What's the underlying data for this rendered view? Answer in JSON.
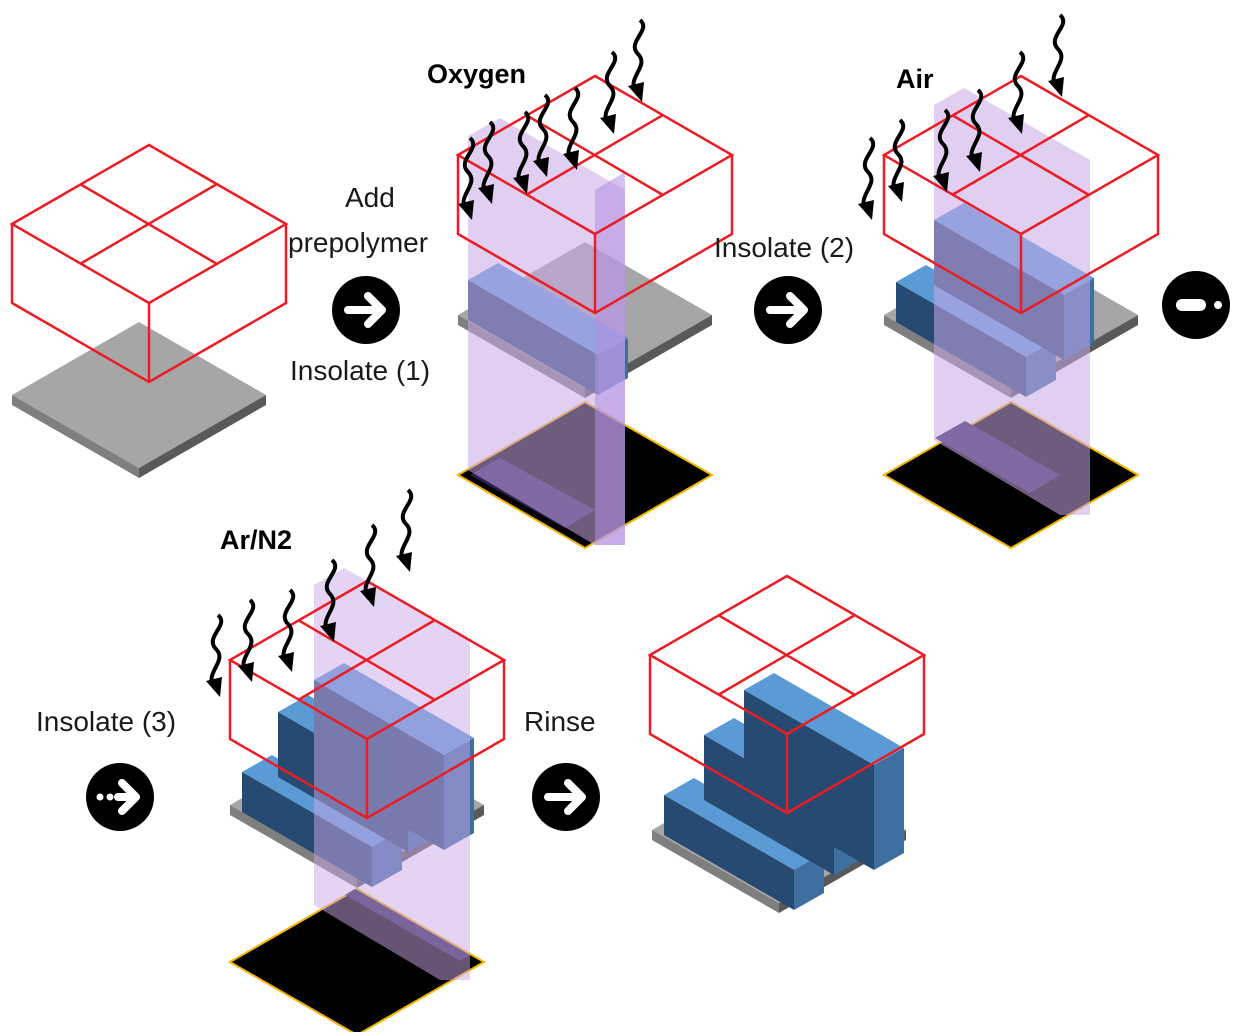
{
  "steps": {
    "add_prepolymer_line1": "Add",
    "add_prepolymer_line2": "prepolymer",
    "insolate_1": "Insolate (1)",
    "insolate_2": "Insolate (2)",
    "insolate_3": "Insolate (3)",
    "rinse": "Rinse"
  },
  "gases": {
    "oxygen": "Oxygen",
    "air": "Air",
    "argon_nitrogen": "Ar/N2"
  },
  "colors": {
    "mold_outline": "#ec1c24",
    "substrate_top": "#a6a6a6",
    "substrate_side": "#595959",
    "block_top": "#5b9bd5",
    "block_left": "#264a72",
    "block_right": "#3e6fa0",
    "uv_light": "#c9a8e8",
    "photomask": "#000000",
    "photomask_border": "#f4b400",
    "arrow_circle": "#000000"
  },
  "icons": [
    "arrow-right-icon",
    "oxygen-diffusion-icon"
  ]
}
